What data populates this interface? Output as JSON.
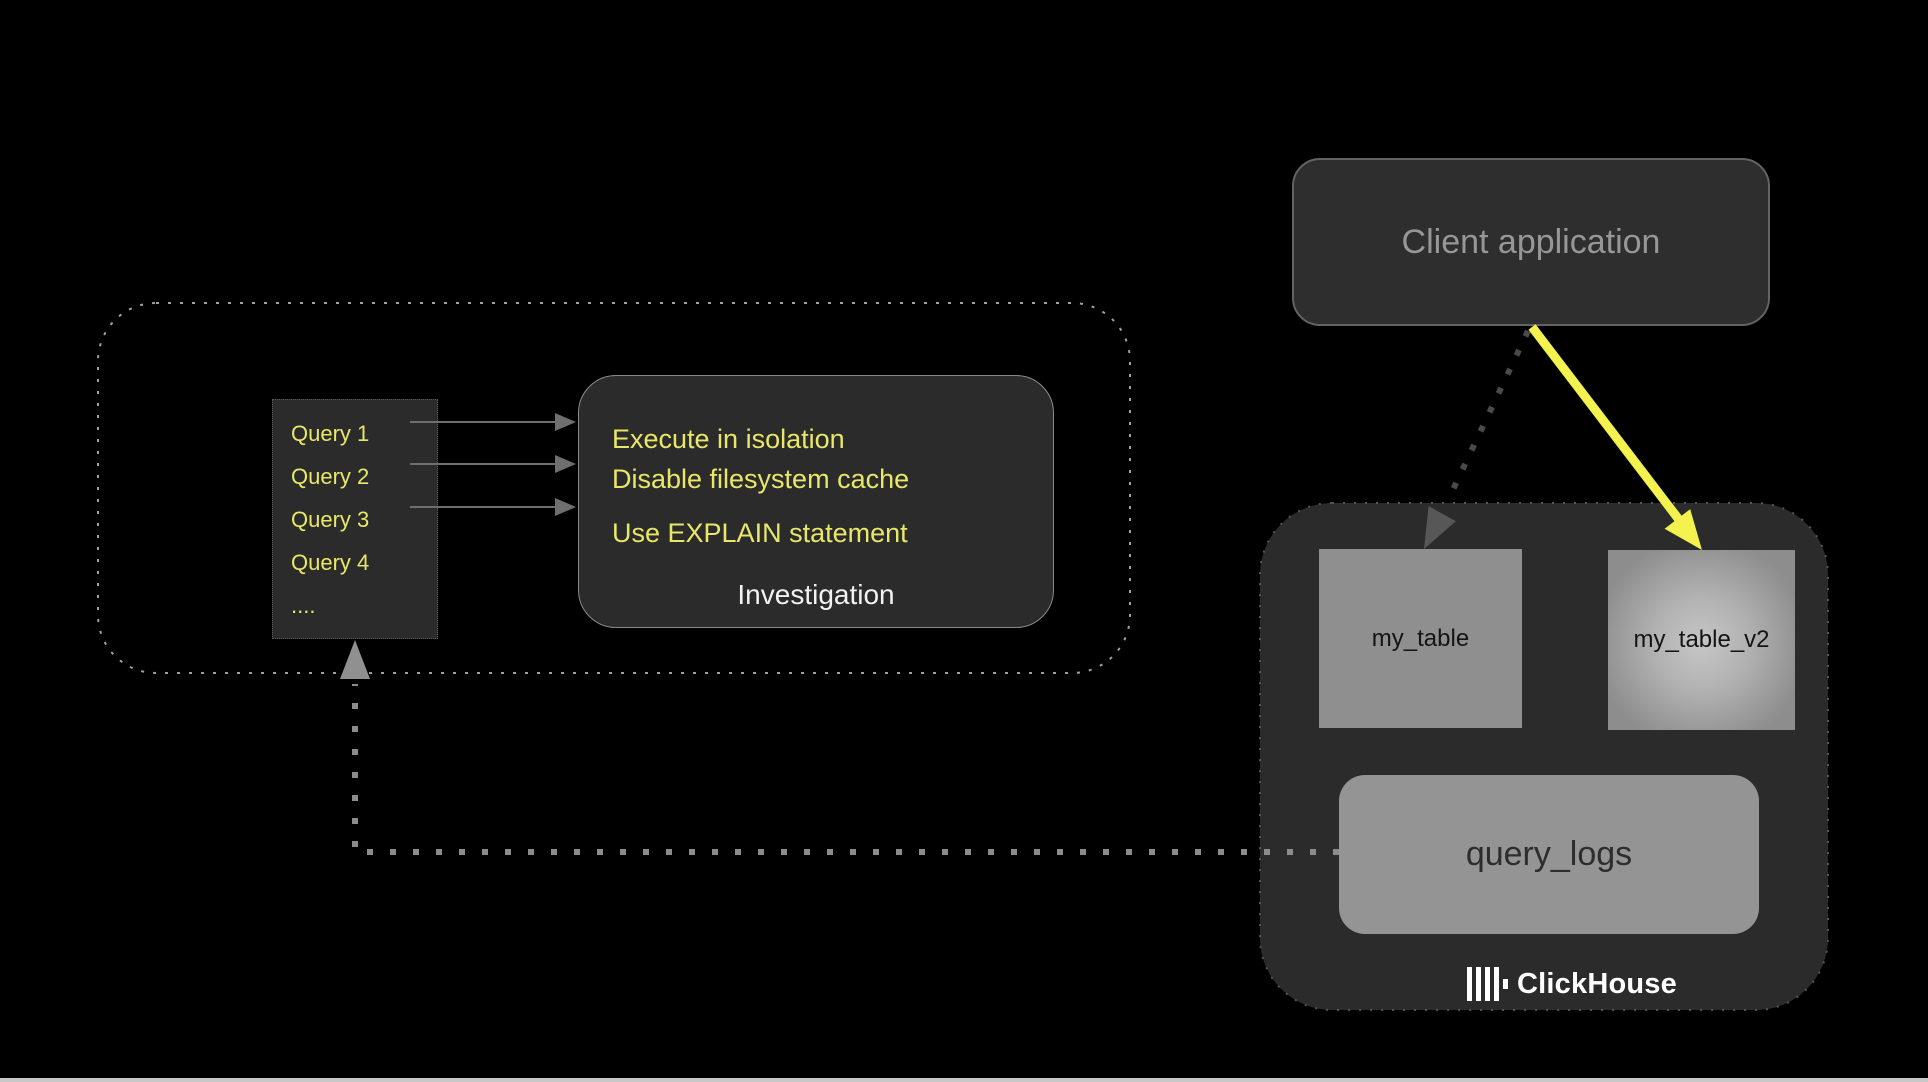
{
  "diagram": {
    "investigation_group": {
      "query_list": {
        "items": [
          "Query 1",
          "Query 2",
          "Query 3",
          "Query 4",
          "...."
        ]
      },
      "investigation_box": {
        "lines": [
          "Execute in isolation",
          "Disable filesystem cache",
          "Use EXPLAIN statement"
        ],
        "label": "Investigation"
      }
    },
    "client_application": {
      "label": "Client application"
    },
    "clickhouse": {
      "tables": [
        {
          "label": "my_table"
        },
        {
          "label": "my_table_v2"
        }
      ],
      "query_logs": {
        "label": "query_logs"
      },
      "brand": "ClickHouse"
    },
    "icons": {
      "clickhouse_logo": "clickhouse-logo-bars-icon"
    },
    "colors": {
      "background": "#000000",
      "box_fill_dark": "#2b2b2b",
      "accent_yellow_text": "#e9e768",
      "arrow_yellow": "#f3f24e",
      "table_gray": "#8f8f8f",
      "query_logs_gray": "#949494",
      "dotted_connector_gray": "#8c8c8c",
      "client_arrow_dotted_gray": "#4a4a4a",
      "investigation_label_white": "#f2f2f2",
      "bottom_strip": "#c8c8c8"
    }
  }
}
